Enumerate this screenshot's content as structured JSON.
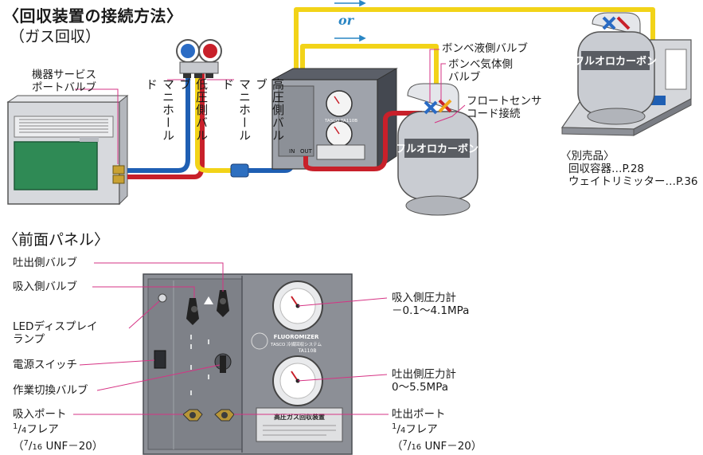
{
  "titles": {
    "main_title": "〈回収装置の接続方法〉",
    "sub_title": "（ガス回収）",
    "front_panel_title": "〈前面パネル〉"
  },
  "connection": {
    "service_port_label": [
      "機器サービス",
      "ポートバルブ"
    ],
    "low_valve_label": [
      "低圧側バルブ",
      "マニホールド"
    ],
    "high_valve_label": [
      "高圧側バルブ",
      "マニホールド"
    ],
    "or_label": "or",
    "liquid_valve_label": "ボンベ液側バルブ",
    "gas_valve_label": [
      "ボンベ気体側",
      "バルブ"
    ],
    "float_sensor_label": [
      "フロートセンサ",
      "コード接続"
    ],
    "cylinder_label": "フルオロカーボン",
    "unit_in": "IN",
    "unit_out": "OUT",
    "unit_model": "TASCO TA110B",
    "separate_items": {
      "title": "〈別売品〉",
      "item1": "回収容器…P.28",
      "item2": "ウェイトリミッター…P.36"
    }
  },
  "panel_labels": {
    "discharge_valve": "吐出側バルブ",
    "suction_valve": "吸入側バルブ",
    "led_display": [
      "LEDディスプレイ",
      "ランプ"
    ],
    "power_switch": "電源スイッチ",
    "work_valve": "作業切換バルブ",
    "suction_port": {
      "title": "吸入ポート",
      "n1": "1",
      "d1": "4",
      "flare": "フレア",
      "open": "（",
      "n2": "7",
      "d2": "16",
      "unf": "UNF－20）"
    },
    "suction_gauge": {
      "title": "吸入側圧力計",
      "range": "－0.1～4.1MPa"
    },
    "discharge_gauge": {
      "title": "吐出側圧力計",
      "range": "0～5.5MPa"
    },
    "discharge_port": {
      "title": "吐出ポート",
      "n1": "1",
      "d1": "4",
      "flare": "フレア",
      "open": "（",
      "n2": "7",
      "d2": "16",
      "unf": "UNF－20）"
    }
  },
  "panel_device": {
    "brand": "FLUOROMIZER",
    "brand_sub": "TASCO 冷媒回収システム",
    "model": "TA110B",
    "plate": "高圧ガス回収装置"
  },
  "colors": {
    "low_pressure_hose": "#1f5fb3",
    "high_pressure_hose": "#c8202a",
    "yellow_hose": "#f2d318",
    "panel_gray": "#8c8f96",
    "cylinder_gray": "#c9ccd2",
    "arrow_blue": "#2a86c4"
  }
}
